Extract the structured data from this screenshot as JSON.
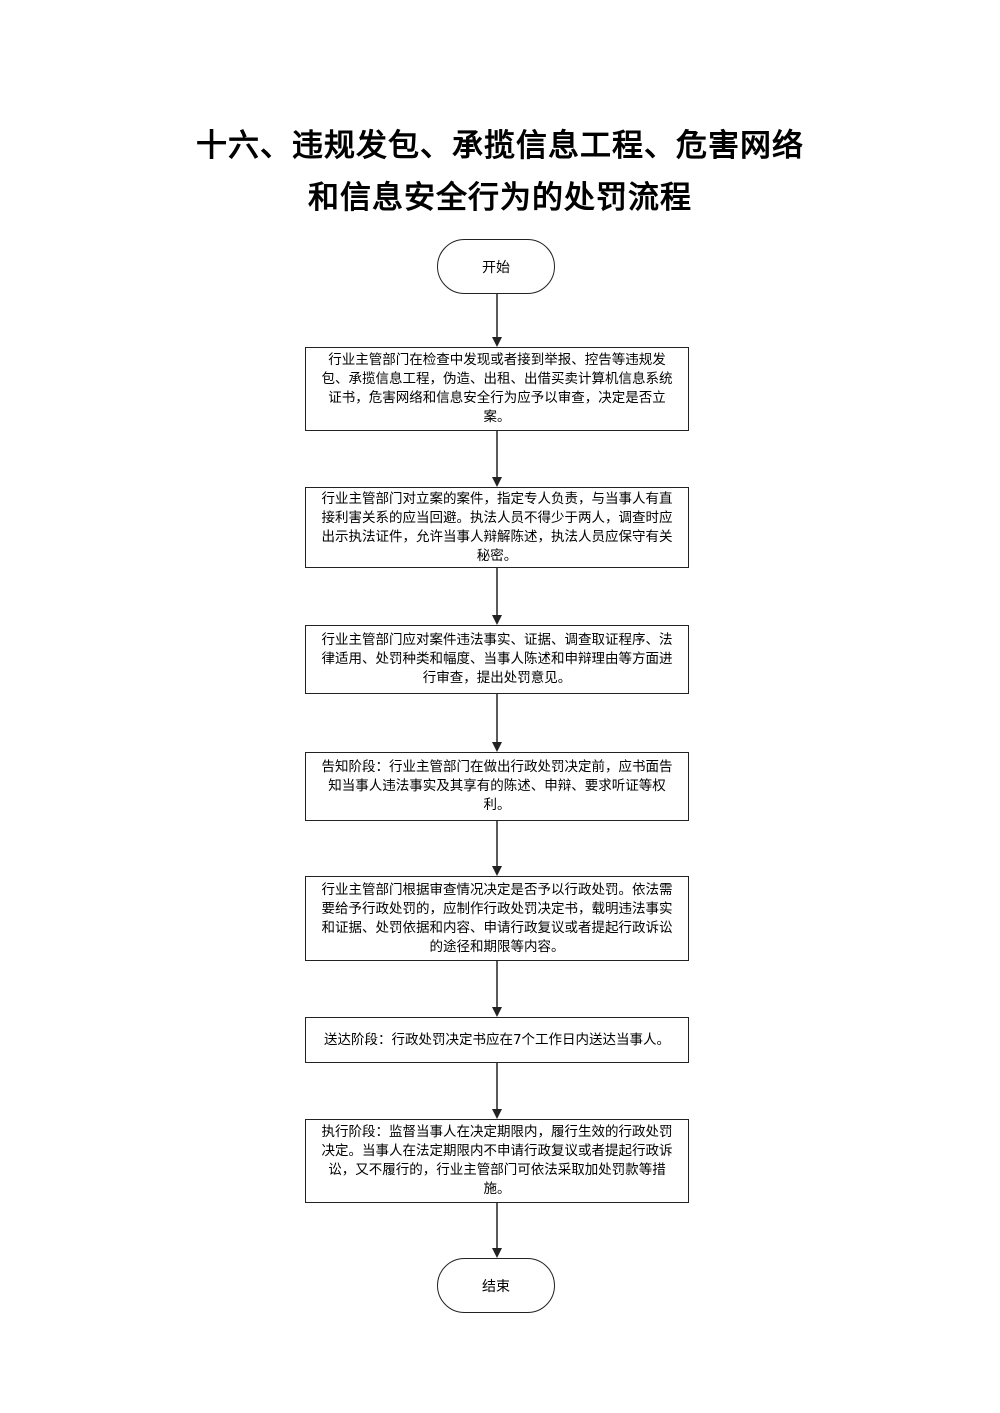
{
  "title": {
    "line1": "十六、违规发包、承揽信息工程、危害网络",
    "line2": "和信息安全行为的处罚流程"
  },
  "flow": {
    "start": "开始",
    "steps": [
      "行业主管部门在检查中发现或者接到举报、控告等违规发包、承揽信息工程，伪造、出租、出借买卖计算机信息系统证书，危害网络和信息安全行为应予以审查，决定是否立案。",
      "行业主管部门对立案的案件，指定专人负责，与当事人有直接利害关系的应当回避。执法人员不得少于两人，调查时应出示执法证件，允许当事人辩解陈述，执法人员应保守有关秘密。",
      "行业主管部门应对案件违法事实、证据、调查取证程序、法律适用、处罚种类和幅度、当事人陈述和申辩理由等方面进行审查，提出处罚意见。",
      "告知阶段：行业主管部门在做出行政处罚决定前，应书面告知当事人违法事实及其享有的陈述、申辩、要求听证等权利。",
      "行业主管部门根据审查情况决定是否予以行政处罚。依法需要给予行政处罚的，应制作行政处罚决定书，载明违法事实和证据、处罚依据和内容、申请行政复议或者提起行政诉讼的途径和期限等内容。",
      "送达阶段：行政处罚决定书应在7个工作日内送达当事人。",
      "执行阶段：监督当事人在决定期限内，履行生效的行政处罚决定。当事人在法定期限内不申请行政复议或者提起行政诉讼，又不履行的，行业主管部门可依法采取加处罚款等措施。"
    ],
    "end": "结束"
  },
  "colors": {
    "stroke": "#222222",
    "background": "#ffffff"
  }
}
